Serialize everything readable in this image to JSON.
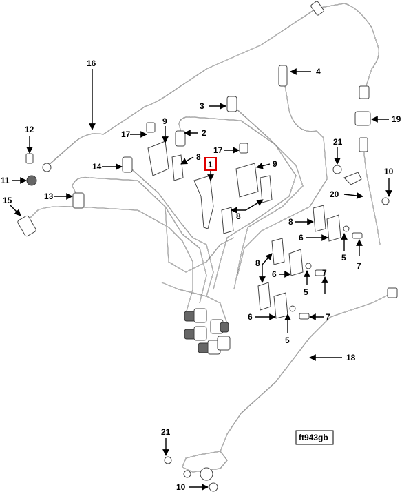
{
  "figure_id": "ft943gb",
  "highlighted_callout": "1",
  "callouts": {
    "c4": "4",
    "c3": "3",
    "c19": "19",
    "c16": "16",
    "c12": "12",
    "c2": "2",
    "c17a": "17",
    "c9a": "9",
    "c21a": "21",
    "c10a": "10",
    "c11": "11",
    "c14": "14",
    "c17b": "17",
    "c8a": "8",
    "c1": "1",
    "c9b": "9",
    "c13": "13",
    "c20": "20",
    "c15": "15",
    "c8b": "8",
    "c8c": "8",
    "c6a": "6",
    "c5a": "5",
    "c7a": "7",
    "c8d": "8",
    "c6b": "6",
    "c5b": "5",
    "c7b": "7",
    "c6c": "6",
    "c7c": "7",
    "c5c": "5",
    "c18": "18",
    "c21b": "21",
    "c10b": "10"
  },
  "colors": {
    "highlight": "#e00000",
    "line": "#555555",
    "text": "#000000"
  }
}
